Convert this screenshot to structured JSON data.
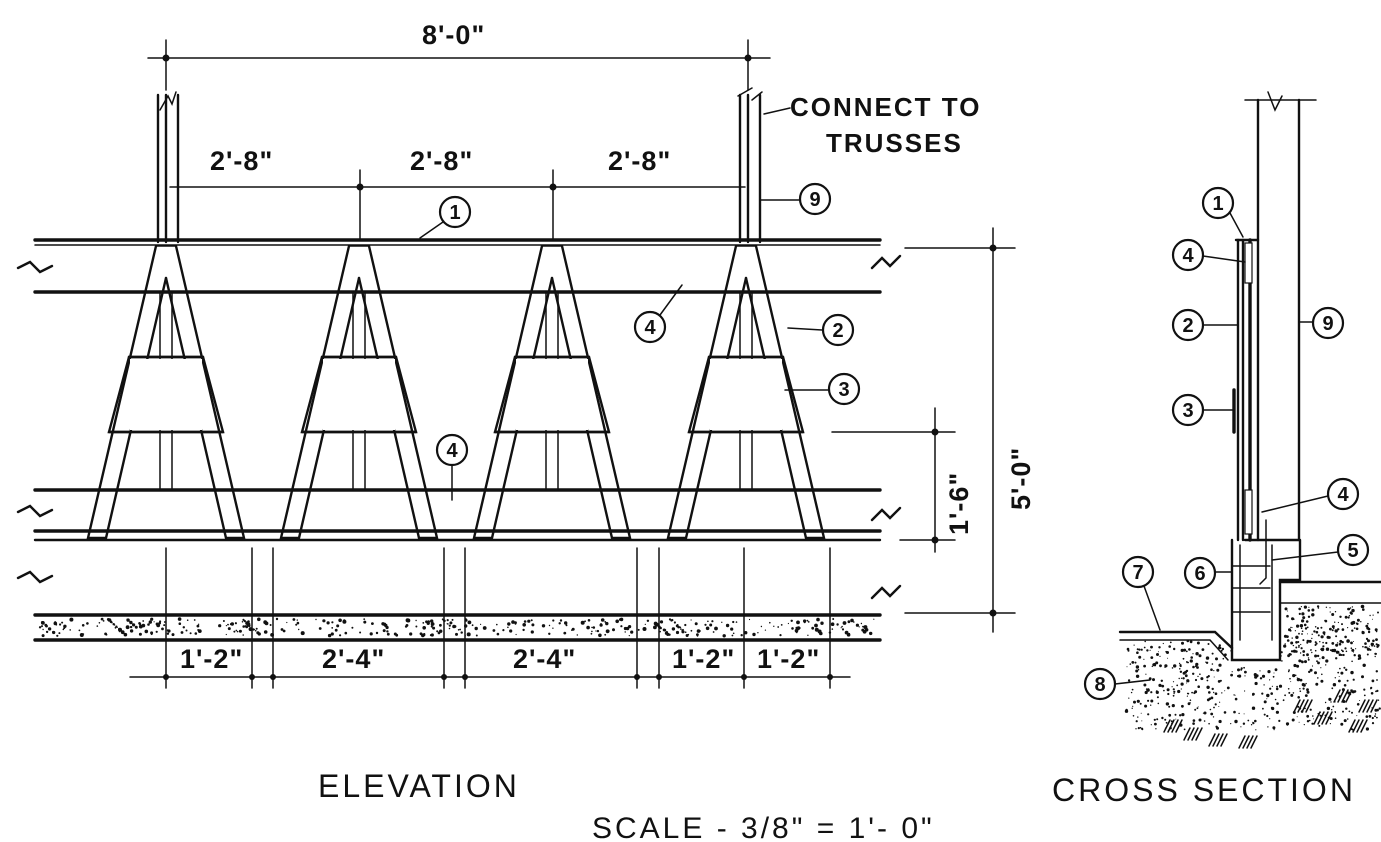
{
  "elevation": {
    "title": "ELEVATION",
    "overall_width": "8'-0\"",
    "top_spacing": [
      "2'-8\"",
      "2'-8\"",
      "2'-8\""
    ],
    "height_total": "5'-0\"",
    "height_lower": "1'-6\"",
    "bottom_spacing": [
      "1'-2\"",
      "2'-4\"",
      "2'-4\"",
      "1'-2\"",
      "1'-2\""
    ],
    "note": [
      "CONNECT TO",
      "TRUSSES"
    ],
    "callouts": [
      "1",
      "4",
      "2",
      "3",
      "4",
      "9"
    ]
  },
  "cross_section": {
    "title": "CROSS SECTION",
    "callouts": [
      "1",
      "4",
      "2",
      "3",
      "9",
      "4",
      "5",
      "6",
      "7",
      "8"
    ]
  },
  "scale": "SCALE - 3/8\" = 1'- 0\""
}
